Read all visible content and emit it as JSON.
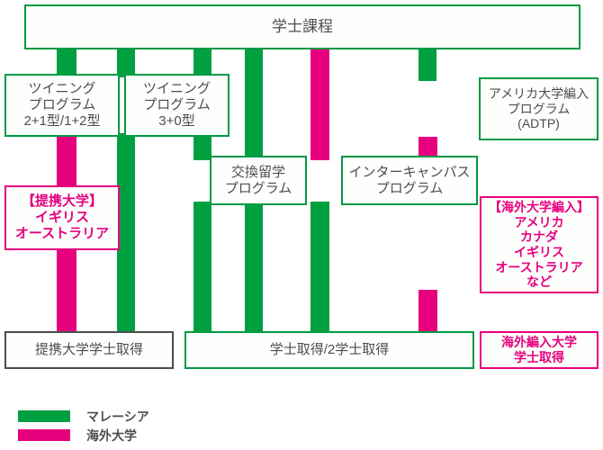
{
  "diagram": {
    "title_box": {
      "label": "学士課程"
    },
    "programs": [
      {
        "id": "twinning-2plus1",
        "label": "ツイニング\nプログラム\n2+1型/1+2型"
      },
      {
        "id": "twinning-3plus0",
        "label": "ツイニング\nプログラム\n3+0型"
      },
      {
        "id": "exchange-program",
        "label": "交換留学\nプログラム"
      },
      {
        "id": "inter-campus-program",
        "label": "インターキャンパス\nプログラム"
      },
      {
        "id": "adtp-program",
        "label": "アメリカ大学編入\nプログラム\n(ADTP)"
      }
    ],
    "destinations": [
      {
        "id": "partner-universities",
        "label": "【提携大学】\nイギリス\nオーストラリア"
      },
      {
        "id": "overseas-transfer-universities",
        "label": "【海外大学編入】\nアメリカ\nカナダ\nイギリス\nオーストラリア\nなど"
      }
    ],
    "outcomes": [
      {
        "id": "partner-degree",
        "label": "提携大学学士取得"
      },
      {
        "id": "bachelor-degree",
        "label": "学士取得/2学士取得"
      },
      {
        "id": "overseas-degree",
        "label": "海外編入大学\n学士取得"
      }
    ],
    "legend": {
      "items": [
        {
          "id": "malaysia",
          "label": "マレーシア",
          "color": "#00a040"
        },
        {
          "id": "overseas-university",
          "label": "海外大学",
          "color": "#e6007e"
        }
      ]
    },
    "colors": {
      "malaysia_green": "#00a040",
      "overseas_pink": "#e6007e",
      "box_border_green": "#009944",
      "box_border_gray": "#4d4d4d",
      "text_gray": "#4d4d4d"
    }
  }
}
